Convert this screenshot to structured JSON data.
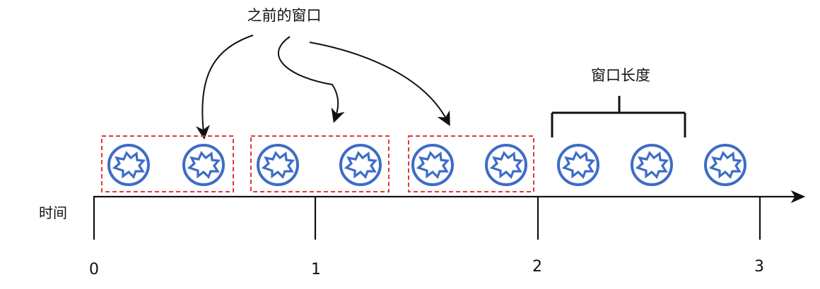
{
  "labels": {
    "previous_windows": "之前的窗口",
    "window_length": "窗口长度",
    "time_axis": "时间"
  },
  "ticks": [
    "0",
    "1",
    "2",
    "3"
  ],
  "event_icon": "burst-in-circle-icon",
  "colors": {
    "event": "#3d6cc8",
    "window_dashed": "#e0383a",
    "line": "#111111"
  }
}
